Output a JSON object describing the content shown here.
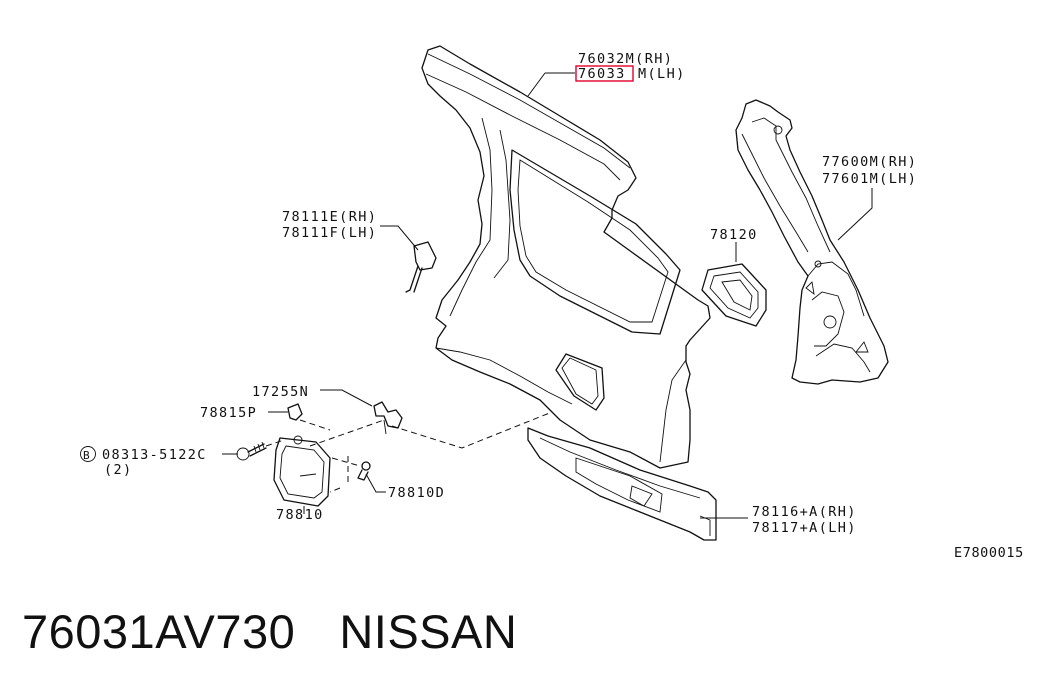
{
  "labels": {
    "quarter_panel_rh": "76032M(RH)",
    "quarter_panel_lh_highlight": "76033",
    "quarter_panel_lh_suffix": "M(LH)",
    "inner_rh": "77600M(RH)",
    "inner_lh": "77601M(LH)",
    "bracket_rh": "78111E(RH)",
    "bracket_lh": "78111F(LH)",
    "filler_ring": "78120",
    "hinge": "17255N",
    "spring": "78815P",
    "bolt_marker": "B",
    "bolt": "08313-5122C",
    "bolt_qty": "(2)",
    "lid_bumper": "78810D",
    "filler_lid": "78810",
    "sill_rh": "78116+A(RH)",
    "sill_lh": "78117+A(LH)",
    "diagram_code": "E7800015"
  },
  "footer": {
    "part_number": "76031AV730",
    "brand": "NISSAN"
  },
  "colors": {
    "line": "#111111",
    "highlight": "#e0002a",
    "background": "#ffffff"
  }
}
